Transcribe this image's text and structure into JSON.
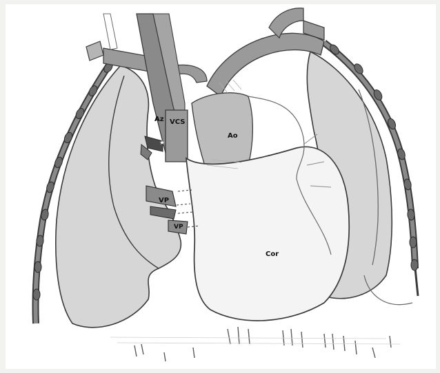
{
  "figure": {
    "background": "#f2f2f0",
    "paper": "#ffffff",
    "pencil_dark": "#3a3a3a",
    "pencil_mid": "#8a8a8a",
    "pencil_light": "#cfcfcf",
    "vessel_fill": "#9a9a9a",
    "lung_fill": "#d6d6d6",
    "heart_fill": "#f4f4f4",
    "rib_nodule_fill": "#6a6a6a"
  },
  "labels": {
    "az": "Az",
    "vcs": "VCS",
    "ao": "Ao",
    "vp_upper": "VP",
    "vp_lower": "VP",
    "cor": "Cor",
    "star": "★"
  }
}
